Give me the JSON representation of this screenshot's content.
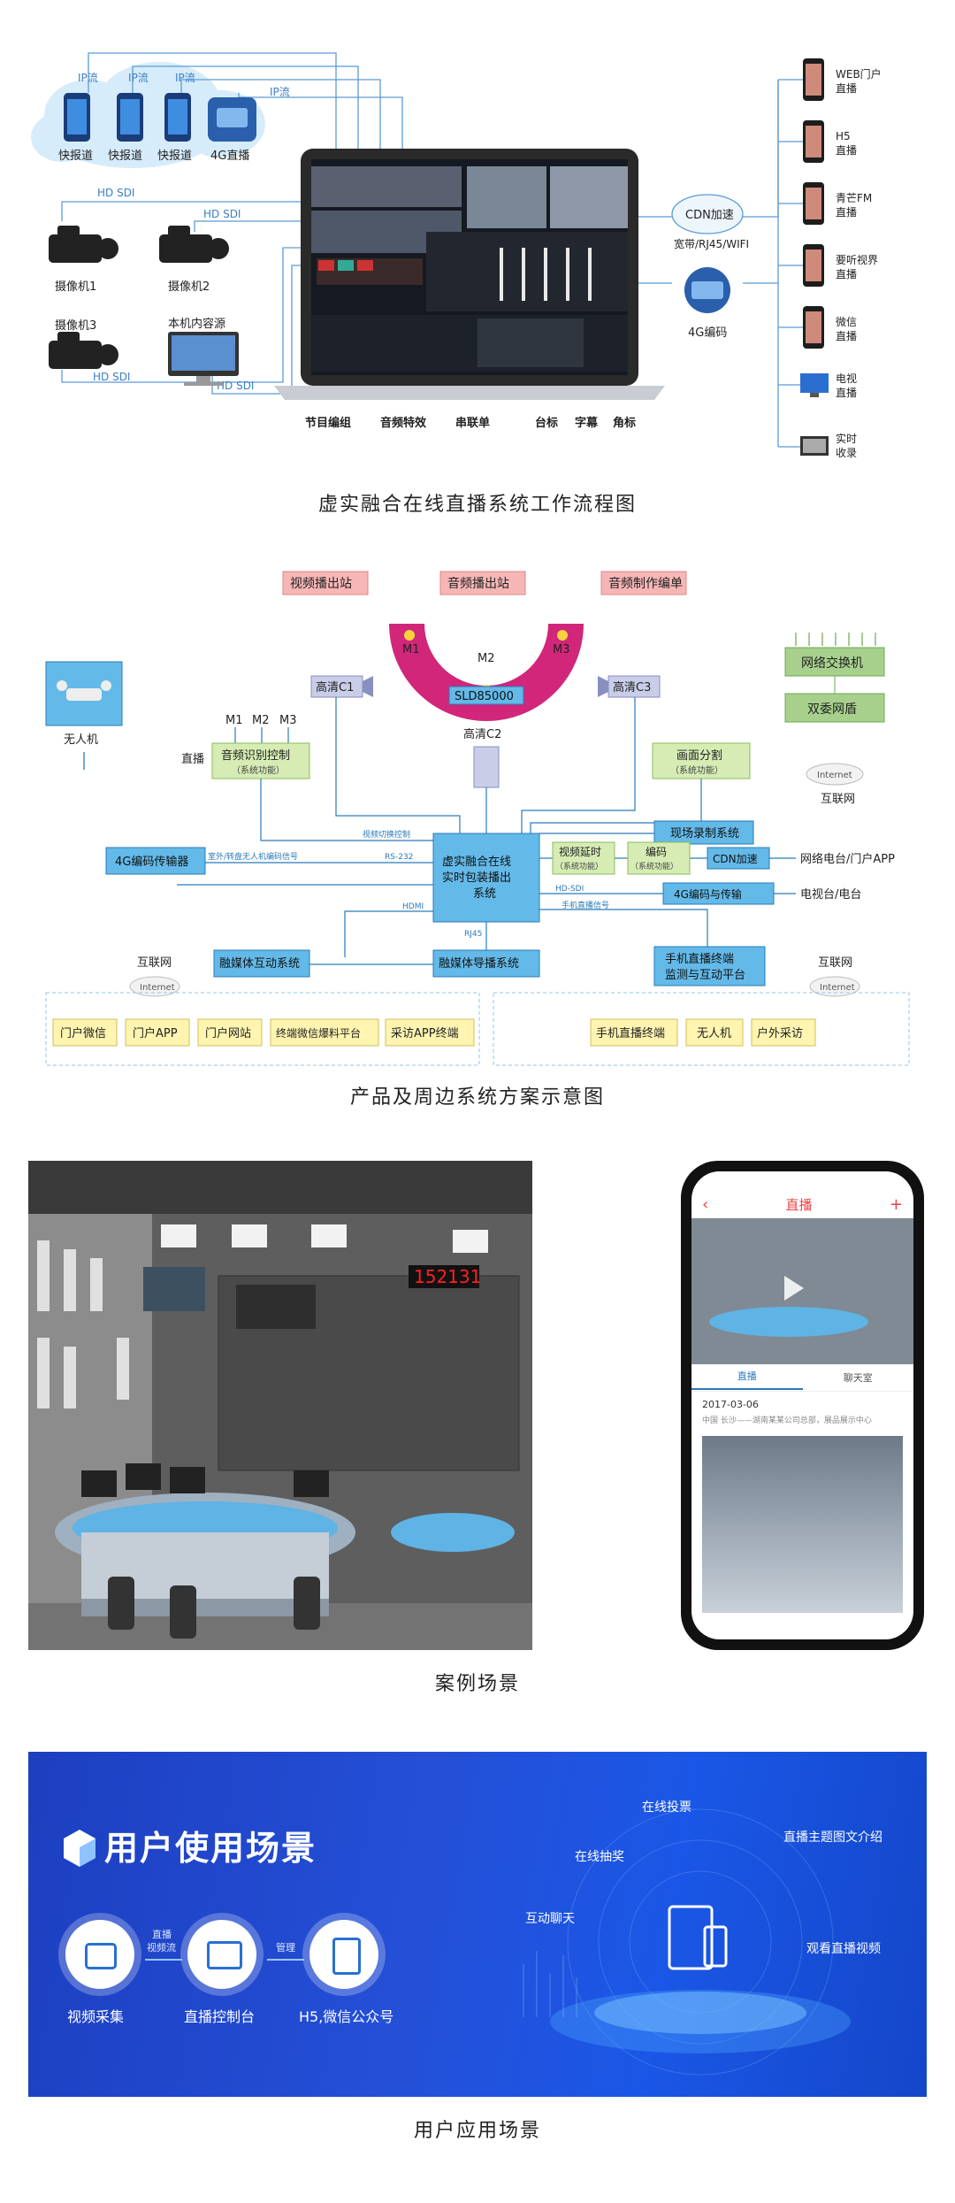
{
  "sec1": {
    "caption": "虚实融合在线直播系统工作流程图",
    "ip_label": "IP流",
    "phones": [
      "快报道",
      "快报道",
      "快报道"
    ],
    "cam_4g": "4G直播",
    "cameras": [
      "摄像机1",
      "摄像机2",
      "摄像机3"
    ],
    "local_src": "本机内容源",
    "hd_sdi": "HD SDI",
    "cdn": "CDN加速",
    "net_types": "宽带/RJ45/WIFI",
    "enc_4g": "4G编码",
    "laptop_labels": [
      "节目编组",
      "音频特效",
      "串联单",
      "台标",
      "字幕",
      "角标"
    ],
    "outputs": [
      {
        "l1": "WEB门户",
        "l2": "直播"
      },
      {
        "l1": "H5",
        "l2": "直播"
      },
      {
        "l1": "青芒FM",
        "l2": "直播"
      },
      {
        "l1": "要听视界",
        "l2": "直播"
      },
      {
        "l1": "微信",
        "l2": "直播"
      },
      {
        "l1": "电视",
        "l2": "直播"
      },
      {
        "l1": "实时",
        "l2": "收录"
      }
    ]
  },
  "sec2": {
    "caption": "产品及周边系统方案示意图",
    "top_boxes": [
      "视频播出站",
      "音频播出站",
      "音频制作编单"
    ],
    "mics": [
      "M1",
      "M2",
      "M3"
    ],
    "desk_model": "SLD85000",
    "cams": [
      "高清C1",
      "高清C2",
      "高清C3"
    ],
    "drone": "无人机",
    "network_switch": "网络交换机",
    "firewall": "双委网盾",
    "internet": "Internet",
    "internet_cn": "互联网",
    "live": "直播",
    "audio_ctrl": "音频识别控制",
    "sys_func": "（系统功能）",
    "split": "画面分割",
    "center": [
      "虚实融合在线",
      "实时包装播出",
      "系统"
    ],
    "enc_4g_box": "4G编码传输器",
    "field_record": "现场录制系统",
    "video_delay": "视频延时",
    "encode": "编码",
    "cdn": "CDN加速",
    "net_radio": "网络电台/门户APP",
    "tv": "电视台/电台",
    "enc_4g_trans": "4G编码与传输",
    "media_interact": "融媒体互动系统",
    "media_guide": "融媒体导播系统",
    "phone_mon": [
      "手机直播终端",
      "监测与互动平台"
    ],
    "line_labels": {
      "switch": "视频切换控制",
      "outside": "室外/转盘无人机编码信号",
      "rs232": "RS-232",
      "hdsdi": "HD-SDI",
      "phone_sig": "手机直播信号",
      "hdmi": "HDMI",
      "rj45": "RJ45"
    },
    "bottom_left": [
      "门户微信",
      "门户APP",
      "门户网站",
      "终端微信爆料平台",
      "采访APP终端"
    ],
    "bottom_right": [
      "手机直播终端",
      "无人机",
      "户外采访"
    ]
  },
  "sec3": {
    "caption": "案例场景",
    "clock": "152131",
    "phone_title": "直播",
    "tab_live": "直播",
    "tab_chat": "聊天室",
    "date": "2017-03-06",
    "desc": "中国 长沙——湖南某某公司总部，展品展示中心"
  },
  "sec4": {
    "caption": "用户应用场景",
    "title": "用户使用场景",
    "flow": [
      "视频采集",
      "直播控制台",
      "H5,微信公众号"
    ],
    "arrow1": [
      "直播",
      "视频流"
    ],
    "arrow2": "管理",
    "features": [
      "在线投票",
      "在线抽奖",
      "直播主题图文介绍",
      "互动聊天",
      "观看直播视频"
    ]
  },
  "colors": {
    "blue_line": "#5b9bd5",
    "green_box": "#d6ecb4",
    "yellow_box": "#fff4b0",
    "red_box": "#f6b6b6",
    "teal_box": "#63b9e8"
  }
}
